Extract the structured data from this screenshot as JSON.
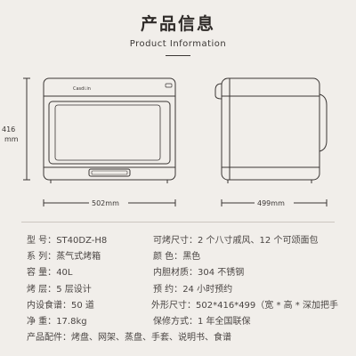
{
  "header": {
    "title": "产品信息",
    "subtitle": "Product Information"
  },
  "drawing": {
    "brand": "Casdi.in",
    "dim_height": "416",
    "dim_height_unit": "mm",
    "dim_width": "502mm",
    "dim_depth": "499mm"
  },
  "specs": {
    "rows": [
      {
        "left": {
          "label": "型    号：",
          "value": "ST40DZ-H8"
        },
        "right": {
          "label": "可烤尺寸：",
          "value": "2 个八寸戚风、12 个可颂面包"
        }
      },
      {
        "left": {
          "label": "系    列：",
          "value": "蒸气式烤箱"
        },
        "right": {
          "label": "颜    色：",
          "value": "黑色"
        }
      },
      {
        "left": {
          "label": "容    量：",
          "value": "40L"
        },
        "right": {
          "label": "内胆材质：",
          "value": "304 不锈钢"
        }
      },
      {
        "left": {
          "label": "烤    层：",
          "value": "5 层设计"
        },
        "right": {
          "label": "预    约：",
          "value": "24 小时预约"
        }
      },
      {
        "left": {
          "label": "内设食谱：",
          "value": "50 道"
        },
        "right": {
          "label": "外形尺寸：",
          "value": "502*416*499（宽 * 高 * 深加把手"
        }
      },
      {
        "left": {
          "label": "净    重：",
          "value": "17.8kg"
        },
        "right": {
          "label": "保修方式：",
          "value": "1 年全国联保"
        }
      }
    ],
    "accessories": {
      "label": "产品配件：",
      "value": "烤盘、网架、蒸盘、手套、说明书、食谱"
    }
  }
}
